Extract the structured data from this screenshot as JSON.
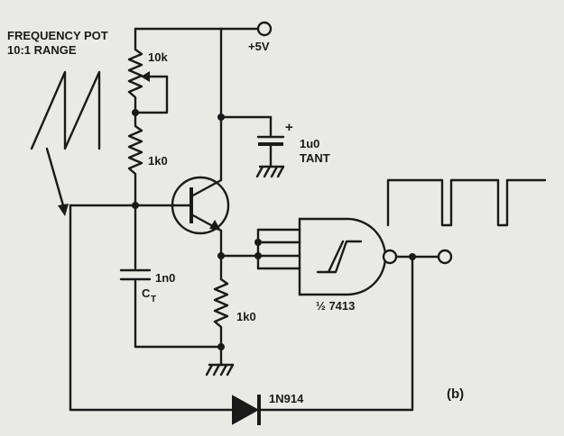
{
  "labels": {
    "pot_title_line1": "FREQUENCY POT",
    "pot_title_line2": "10:1 RANGE",
    "supply": "+5V",
    "pot_value": "10k",
    "r_upper": "1k0",
    "cap_top_value": "1u0",
    "cap_top_type": "TANT",
    "cap_plus": "+",
    "cap_timing_value": "1n0",
    "cap_timing_name": "C",
    "cap_timing_sub": "T",
    "r_emitter": "1k0",
    "gate": "½ 7413",
    "diode": "1N914",
    "figure": "(b)"
  },
  "colors": {
    "ink": "#1a1a1a",
    "paper": "#e9e9e6"
  }
}
